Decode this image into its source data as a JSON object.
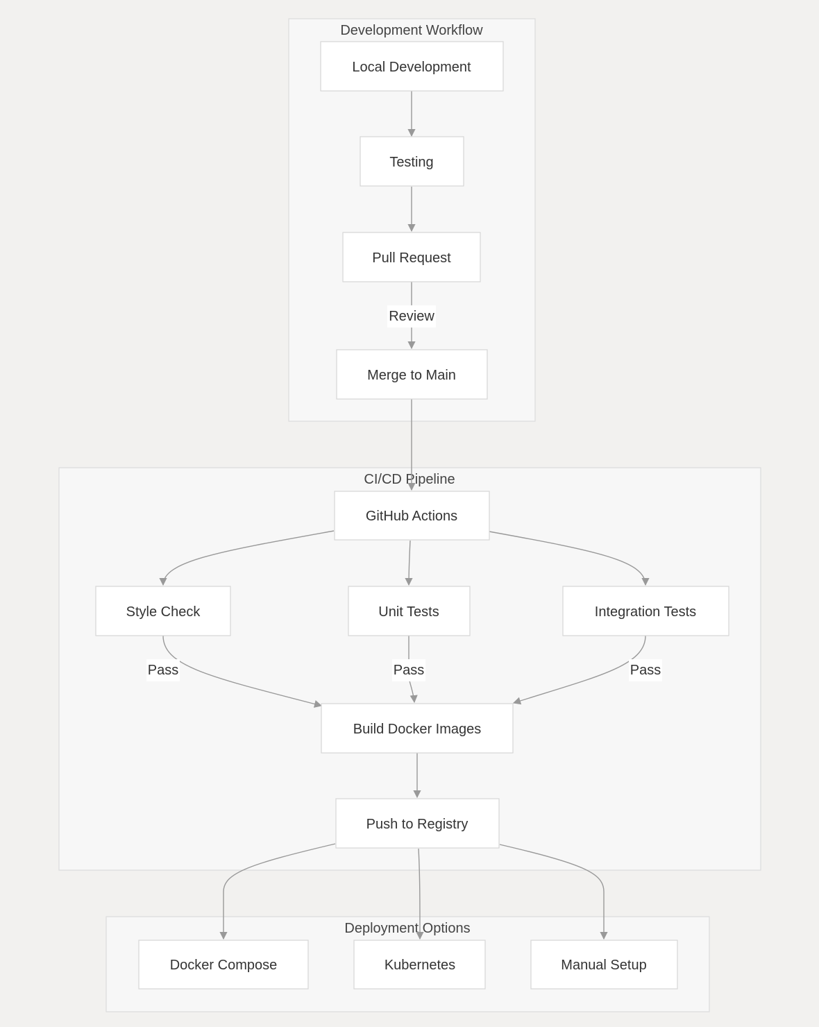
{
  "colors": {
    "background": "#f2f1ef",
    "cluster_fill": "#f7f7f7",
    "node_fill": "#ffffff",
    "edge": "#999999",
    "text": "#333333"
  },
  "clusters": {
    "dev": {
      "title": "Development Workflow"
    },
    "cicd": {
      "title": "CI/CD Pipeline"
    },
    "deploy": {
      "title": "Deployment Options"
    }
  },
  "nodes": {
    "local_dev": "Local Development",
    "testing": "Testing",
    "pull_request": "Pull Request",
    "merge_main": "Merge to Main",
    "github_actions": "GitHub Actions",
    "style_check": "Style Check",
    "unit_tests": "Unit Tests",
    "integration_tests": "Integration Tests",
    "build_images": "Build Docker Images",
    "push_registry": "Push to Registry",
    "docker_compose": "Docker Compose",
    "kubernetes": "Kubernetes",
    "manual_setup": "Manual Setup"
  },
  "edges": [
    {
      "from": "local_dev",
      "to": "testing",
      "label": ""
    },
    {
      "from": "testing",
      "to": "pull_request",
      "label": ""
    },
    {
      "from": "pull_request",
      "to": "merge_main",
      "label": "Review"
    },
    {
      "from": "merge_main",
      "to": "github_actions",
      "label": ""
    },
    {
      "from": "github_actions",
      "to": "style_check",
      "label": ""
    },
    {
      "from": "github_actions",
      "to": "unit_tests",
      "label": ""
    },
    {
      "from": "github_actions",
      "to": "integration_tests",
      "label": ""
    },
    {
      "from": "style_check",
      "to": "build_images",
      "label": "Pass"
    },
    {
      "from": "unit_tests",
      "to": "build_images",
      "label": "Pass"
    },
    {
      "from": "integration_tests",
      "to": "build_images",
      "label": "Pass"
    },
    {
      "from": "build_images",
      "to": "push_registry",
      "label": ""
    },
    {
      "from": "push_registry",
      "to": "docker_compose",
      "label": ""
    },
    {
      "from": "push_registry",
      "to": "kubernetes",
      "label": ""
    },
    {
      "from": "push_registry",
      "to": "manual_setup",
      "label": ""
    }
  ]
}
